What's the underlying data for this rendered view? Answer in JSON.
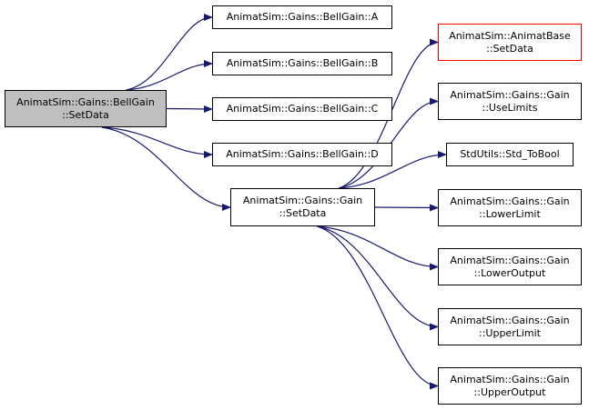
{
  "colors": {
    "edge": "#191970",
    "border": "#000000",
    "highlight_border": "#ff0000",
    "root_fill": "#bfbfbf"
  },
  "nodes": [
    {
      "id": "bellgain-setdata",
      "lines": [
        "AnimatSim::Gains::BellGain",
        "::SetData"
      ]
    },
    {
      "id": "bellgain-a",
      "lines": [
        "AnimatSim::Gains::BellGain::A"
      ]
    },
    {
      "id": "bellgain-b",
      "lines": [
        "AnimatSim::Gains::BellGain::B"
      ]
    },
    {
      "id": "bellgain-c",
      "lines": [
        "AnimatSim::Gains::BellGain::C"
      ]
    },
    {
      "id": "bellgain-d",
      "lines": [
        "AnimatSim::Gains::BellGain::D"
      ]
    },
    {
      "id": "gain-setdata",
      "lines": [
        "AnimatSim::Gains::Gain",
        "::SetData"
      ]
    },
    {
      "id": "animatbase-setdata",
      "lines": [
        "AnimatSim::AnimatBase",
        "::SetData"
      ]
    },
    {
      "id": "gain-uselimits",
      "lines": [
        "AnimatSim::Gains::Gain",
        "::UseLimits"
      ]
    },
    {
      "id": "std-tobool",
      "lines": [
        "StdUtils::Std_ToBool"
      ]
    },
    {
      "id": "gain-lowerlimit",
      "lines": [
        "AnimatSim::Gains::Gain",
        "::LowerLimit"
      ]
    },
    {
      "id": "gain-loweroutput",
      "lines": [
        "AnimatSim::Gains::Gain",
        "::LowerOutput"
      ]
    },
    {
      "id": "gain-upperlimit",
      "lines": [
        "AnimatSim::Gains::Gain",
        "::UpperLimit"
      ]
    },
    {
      "id": "gain-upperoutput",
      "lines": [
        "AnimatSim::Gains::Gain",
        "::UpperOutput"
      ]
    }
  ],
  "edges": [
    [
      "bellgain-setdata",
      "bellgain-a"
    ],
    [
      "bellgain-setdata",
      "bellgain-b"
    ],
    [
      "bellgain-setdata",
      "bellgain-c"
    ],
    [
      "bellgain-setdata",
      "bellgain-d"
    ],
    [
      "bellgain-setdata",
      "gain-setdata"
    ],
    [
      "gain-setdata",
      "animatbase-setdata"
    ],
    [
      "gain-setdata",
      "gain-uselimits"
    ],
    [
      "gain-setdata",
      "std-tobool"
    ],
    [
      "gain-setdata",
      "gain-lowerlimit"
    ],
    [
      "gain-setdata",
      "gain-loweroutput"
    ],
    [
      "gain-setdata",
      "gain-upperlimit"
    ],
    [
      "gain-setdata",
      "gain-upperoutput"
    ]
  ]
}
